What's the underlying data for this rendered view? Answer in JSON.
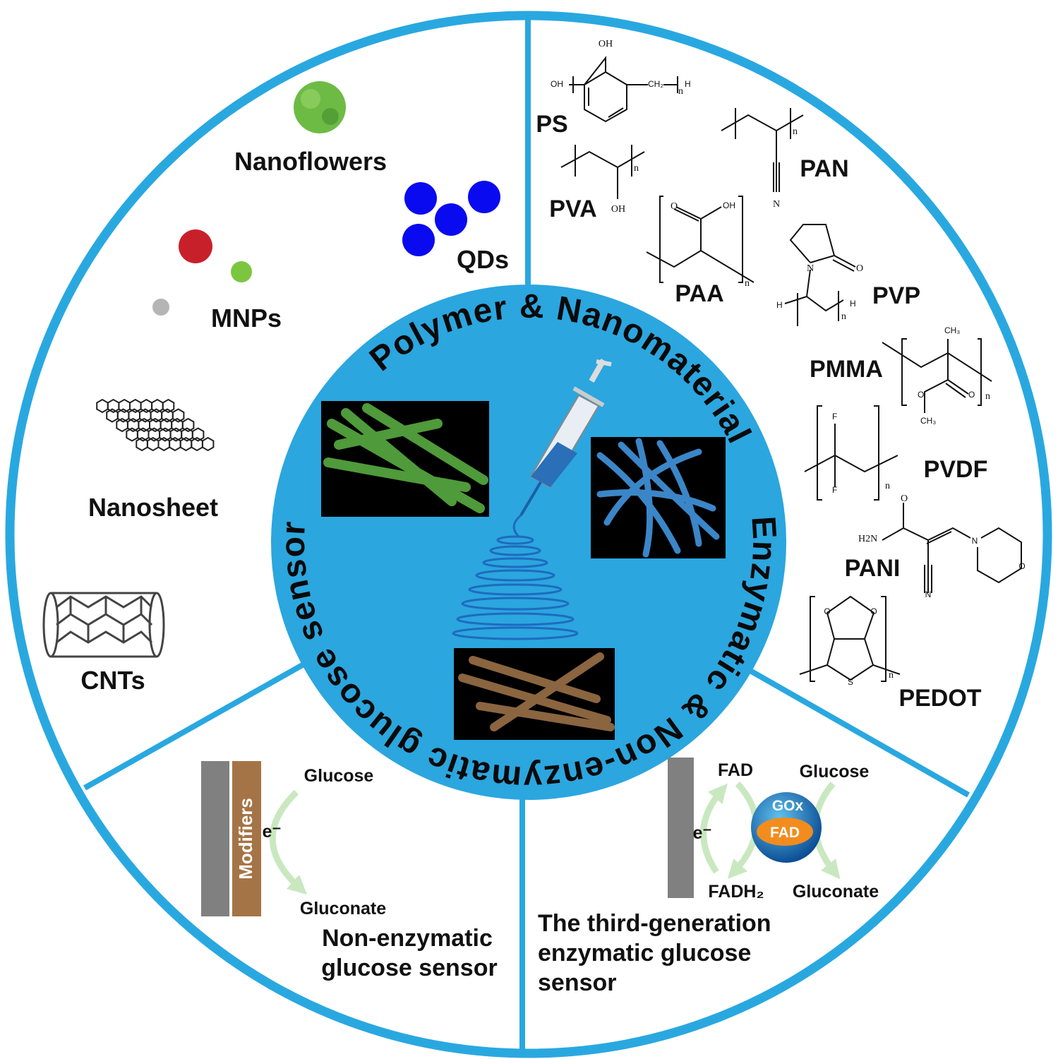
{
  "colors": {
    "ring": "#29a8e0",
    "center": "#2ba6df",
    "green": "#5aa83a",
    "qd": "#0a0af0",
    "mnp_red": "#c8202a",
    "mnp_green": "#7cc63f",
    "mnp_gray": "#b5b5b5",
    "electrode": "#808080",
    "modifier": "#a57446",
    "gox": "#1b74b8",
    "fad": "#f28c1e",
    "arrow": "#c9e8c0"
  },
  "center": {
    "arc_top": "Polymer & Nanomaterial",
    "arc_bottom": "Enzymatic & Non-enzymatic glucose sensor"
  },
  "nanomaterials": {
    "nanoflowers": "Nanoflowers",
    "qds": "QDs",
    "mnps": "MNPs",
    "nanosheet": "Nanosheet",
    "cnts": "CNTs"
  },
  "polymers": {
    "ps": {
      "name": "PS",
      "atoms": [
        "OH",
        "OH",
        "CH₂",
        "n",
        "H"
      ]
    },
    "pan": {
      "name": "PAN",
      "atoms": [
        "n",
        "N"
      ]
    },
    "pva": {
      "name": "PVA",
      "atoms": [
        "n",
        "OH"
      ]
    },
    "paa": {
      "name": "PAA",
      "atoms": [
        "O",
        "OH",
        "n"
      ]
    },
    "pvp": {
      "name": "PVP",
      "atoms": [
        "N",
        "O",
        "H",
        "H",
        "n"
      ]
    },
    "pmma": {
      "name": "PMMA",
      "atoms": [
        "CH₃",
        "O",
        "O",
        "CH₃",
        "n"
      ]
    },
    "pvdf": {
      "name": "PVDF",
      "atoms": [
        "F",
        "F",
        "n"
      ]
    },
    "pani": {
      "name": "PANI",
      "atoms": [
        "O",
        "H2N",
        "N",
        "N",
        "O"
      ]
    },
    "pedot": {
      "name": "PEDOT",
      "atoms": [
        "O",
        "O",
        "S",
        "n"
      ]
    }
  },
  "non_enzymatic": {
    "electrode_label": "Modifiers",
    "glucose": "Glucose",
    "electron": "e⁻",
    "gluconate": "Gluconate",
    "title_line1": "Non-enzymatic",
    "title_line2": "glucose sensor"
  },
  "enzymatic": {
    "fad": "FAD",
    "glucose": "Glucose",
    "gox": "GOx",
    "fad_core": "FAD",
    "electron": "e⁻",
    "fadh2": "FADH₂",
    "gluconate": "Gluconate",
    "title_line1": "The third-generation",
    "title_line2": "enzymatic glucose",
    "title_line3": "sensor"
  }
}
